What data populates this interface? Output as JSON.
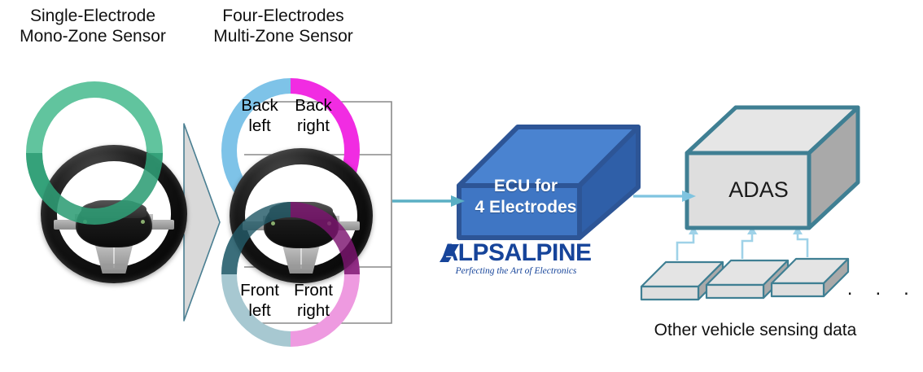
{
  "diagram": {
    "title_left": "Single-Electrode\nMono-Zone Sensor",
    "title_right": "Four-Electrodes\nMulti-Zone Sensor"
  },
  "zones": {
    "back_left": "Back\nleft",
    "back_right": "Back\nright",
    "front_left": "Front\nleft",
    "front_right": "Front\nright"
  },
  "ecu": {
    "label": "ECU for\n4 Electrodes"
  },
  "brand": {
    "wordmark": "ALPSALPINE",
    "tagline": "Perfecting the Art of Electronics"
  },
  "adas": {
    "label": "ADAS"
  },
  "sensors": {
    "caption": "Other vehicle sensing data",
    "ellipsis": " . . ."
  },
  "colors": {
    "mono_zone_ring": "#54bf96",
    "back_left": "#7ec3e8",
    "back_right": "#f12ce2",
    "front_left": "#a7c8d1",
    "front_right": "#ee9ae0",
    "ecu_face": "#3f76c4",
    "ecu_top": "#4a83d0",
    "ecu_side": "#2f5fa8",
    "ecu_edge": "#2d5596",
    "brand_blue": "#16449a",
    "box_face": "#dededf",
    "box_top": "#e6e6e6",
    "box_side": "#a9a9a9",
    "box_edge": "#3f7f93",
    "arrow_blue": "#7fc4e0",
    "arrow_teal": "#5aafc4",
    "transition_arrow_fill": "#d9d9d9",
    "transition_arrow_edge": "#4a7f92",
    "bracket_line": "#8a8a8a"
  }
}
